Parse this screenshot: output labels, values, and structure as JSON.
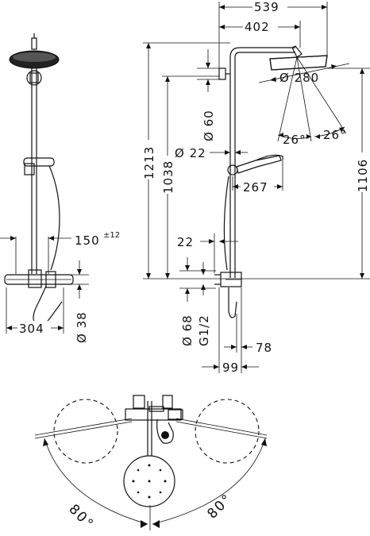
{
  "dimensions": {
    "width_539": "539",
    "width_402": "402",
    "diameter_280": "Ø 280",
    "angle_26_left": "26°",
    "angle_26_right": "26°",
    "height_1213": "1213",
    "height_1038": "1038",
    "height_1106": "1106",
    "diameter_60": "Ø 60",
    "diameter_22": "Ø 22",
    "length_267": "267",
    "offset_22": "22",
    "diameter_68": "Ø 68",
    "thread_g12": "G1/2",
    "depth_78": "78",
    "depth_99": "99",
    "spacing_150": "150",
    "tolerance_12": "±12",
    "width_304": "304",
    "diameter_38": "Ø 38",
    "swivel_80_left": "80°",
    "swivel_80_right": "80°"
  }
}
